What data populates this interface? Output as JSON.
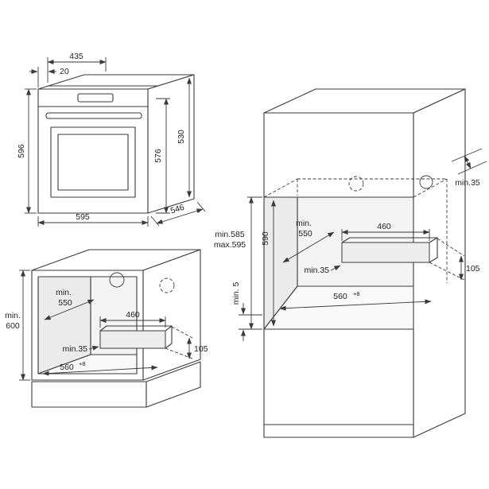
{
  "figures": {
    "oven": {
      "dims": {
        "top_width": "435",
        "door_offset": "20",
        "height_total": "596",
        "height_body": "576",
        "depth_top": "530",
        "width_front": "595",
        "depth_bottom": "546"
      }
    },
    "base_cabinet": {
      "dims": {
        "depth_min_label": "min.",
        "depth_min_value": "550",
        "height_min_label": "min.",
        "height_min_value": "600",
        "vent_width": "460",
        "vent_edge_min": "min.35",
        "vent_height": "105",
        "niche_width": "560",
        "niche_width_tolerance": "+8"
      }
    },
    "tall_cabinet": {
      "dims": {
        "rear_top_gap": "min.35",
        "niche_height_min": "min.585",
        "niche_height_max": "max.595",
        "interior_height": "590",
        "depth_min_label": "min.",
        "depth_min_value": "550",
        "vent_width": "460",
        "vent_edge_min": "min.35",
        "vent_height": "105",
        "bottom_gap": "min. 5",
        "niche_width": "560",
        "niche_width_tolerance": "+8"
      }
    }
  }
}
